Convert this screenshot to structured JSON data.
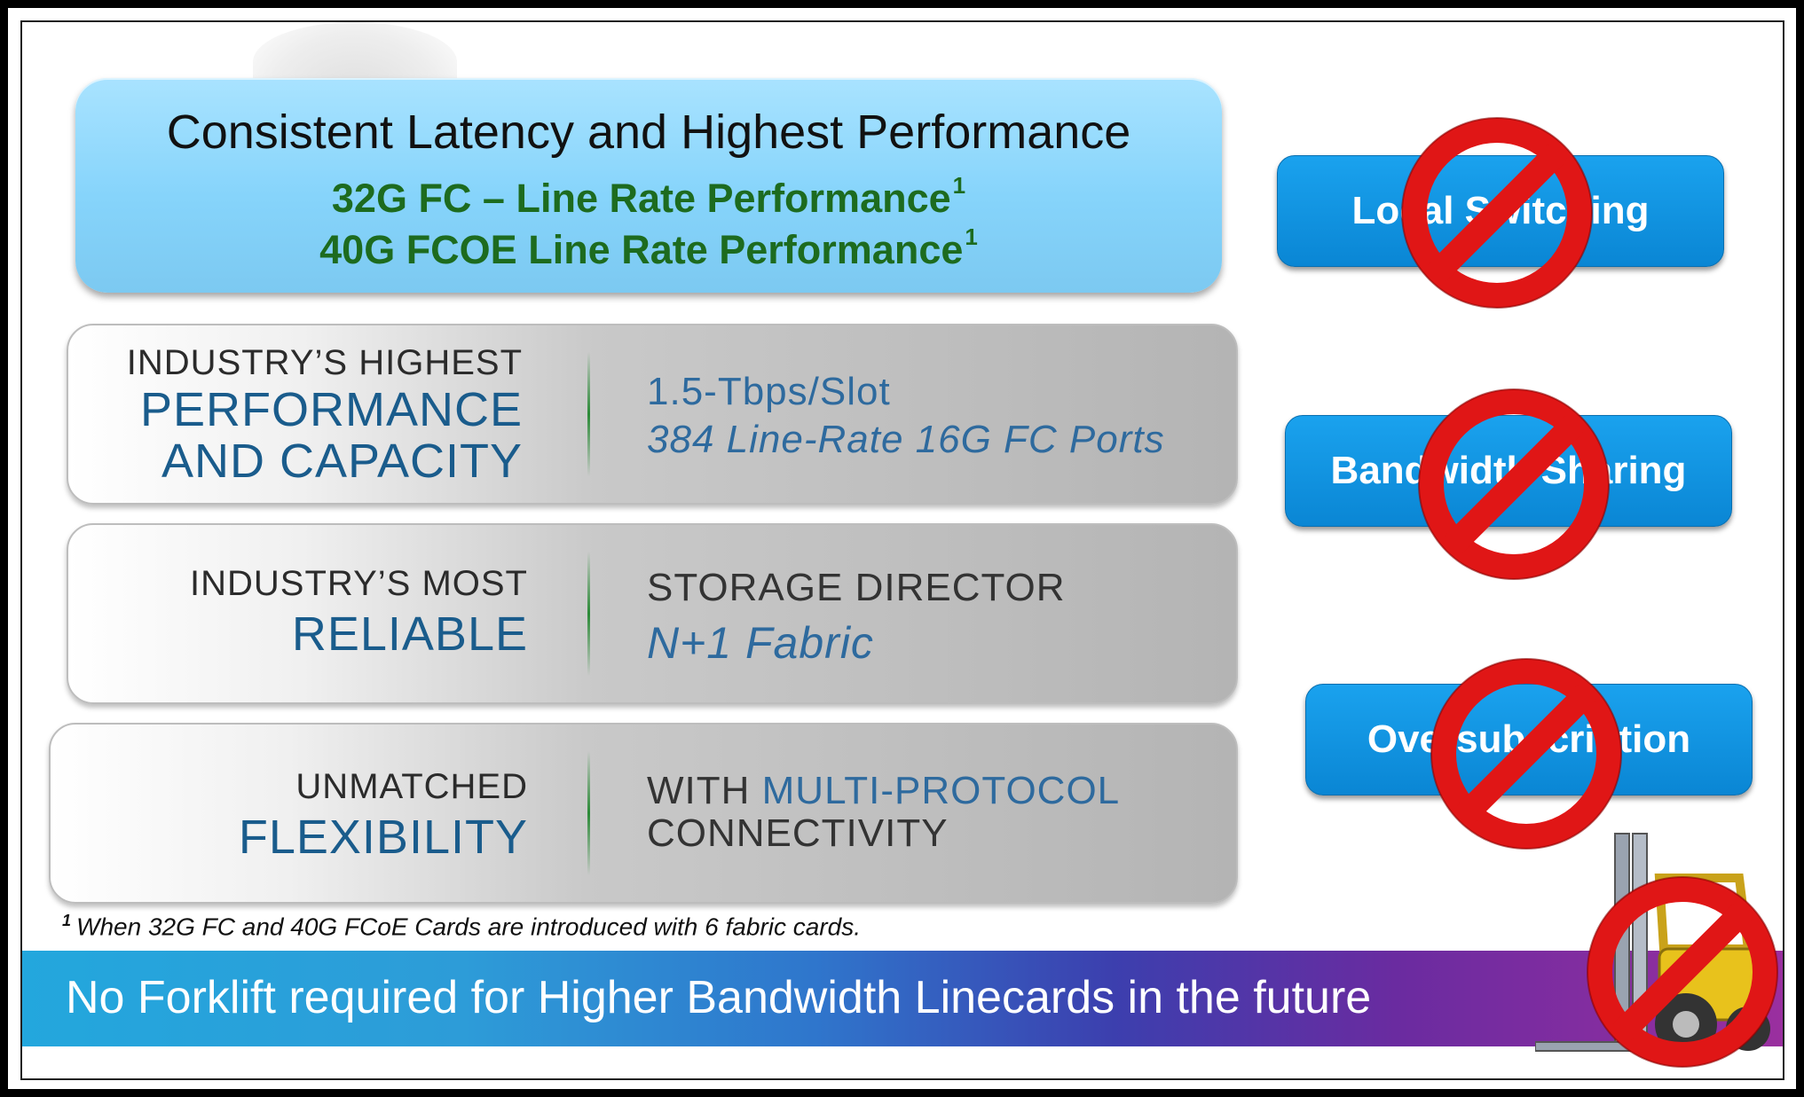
{
  "hero": {
    "title": "Consistent Latency and Highest Performance",
    "line1": "32G FC – Line Rate Performance",
    "line2": "40G FCOE Line Rate Performance",
    "footnote_mark": "1"
  },
  "panels": [
    {
      "left_top": "INDUSTRY’S HIGHEST",
      "left_big_1": "PERFORMANCE",
      "left_big_2": "AND CAPACITY",
      "right_1": "1.5-Tbps/Slot",
      "right_2": "384 Line-Rate 16G FC Ports"
    },
    {
      "left_top": "INDUSTRY’S MOST",
      "left_big_1": "RELIABLE",
      "right_1": "STORAGE DIRECTOR",
      "right_2": "N+1 Fabric"
    },
    {
      "left_top": "UNMATCHED",
      "left_big_1": "FLEXIBILITY",
      "right_1a": "WITH ",
      "right_1b": "MULTI-PROTOCOL",
      "right_2": "CONNECTIVITY"
    }
  ],
  "footnote": {
    "mark": "1",
    "text": "When 32G FC and 40G FCoE Cards are introduced with 6 fabric cards."
  },
  "banner": {
    "text": "No Forklift required for Higher Bandwidth Linecards in the future"
  },
  "badges": [
    {
      "label": "Local Switching"
    },
    {
      "label": "Bandwidth Sharing"
    },
    {
      "label": "Oversubscription"
    }
  ],
  "colors": {
    "hero_green": "#1d6b1f",
    "blue_text": "#1a5c8c",
    "badge_blue": "#0a86d4",
    "prohibit_red": "#e01616"
  },
  "icons": [
    "prohibited-icon",
    "forklift-icon"
  ]
}
